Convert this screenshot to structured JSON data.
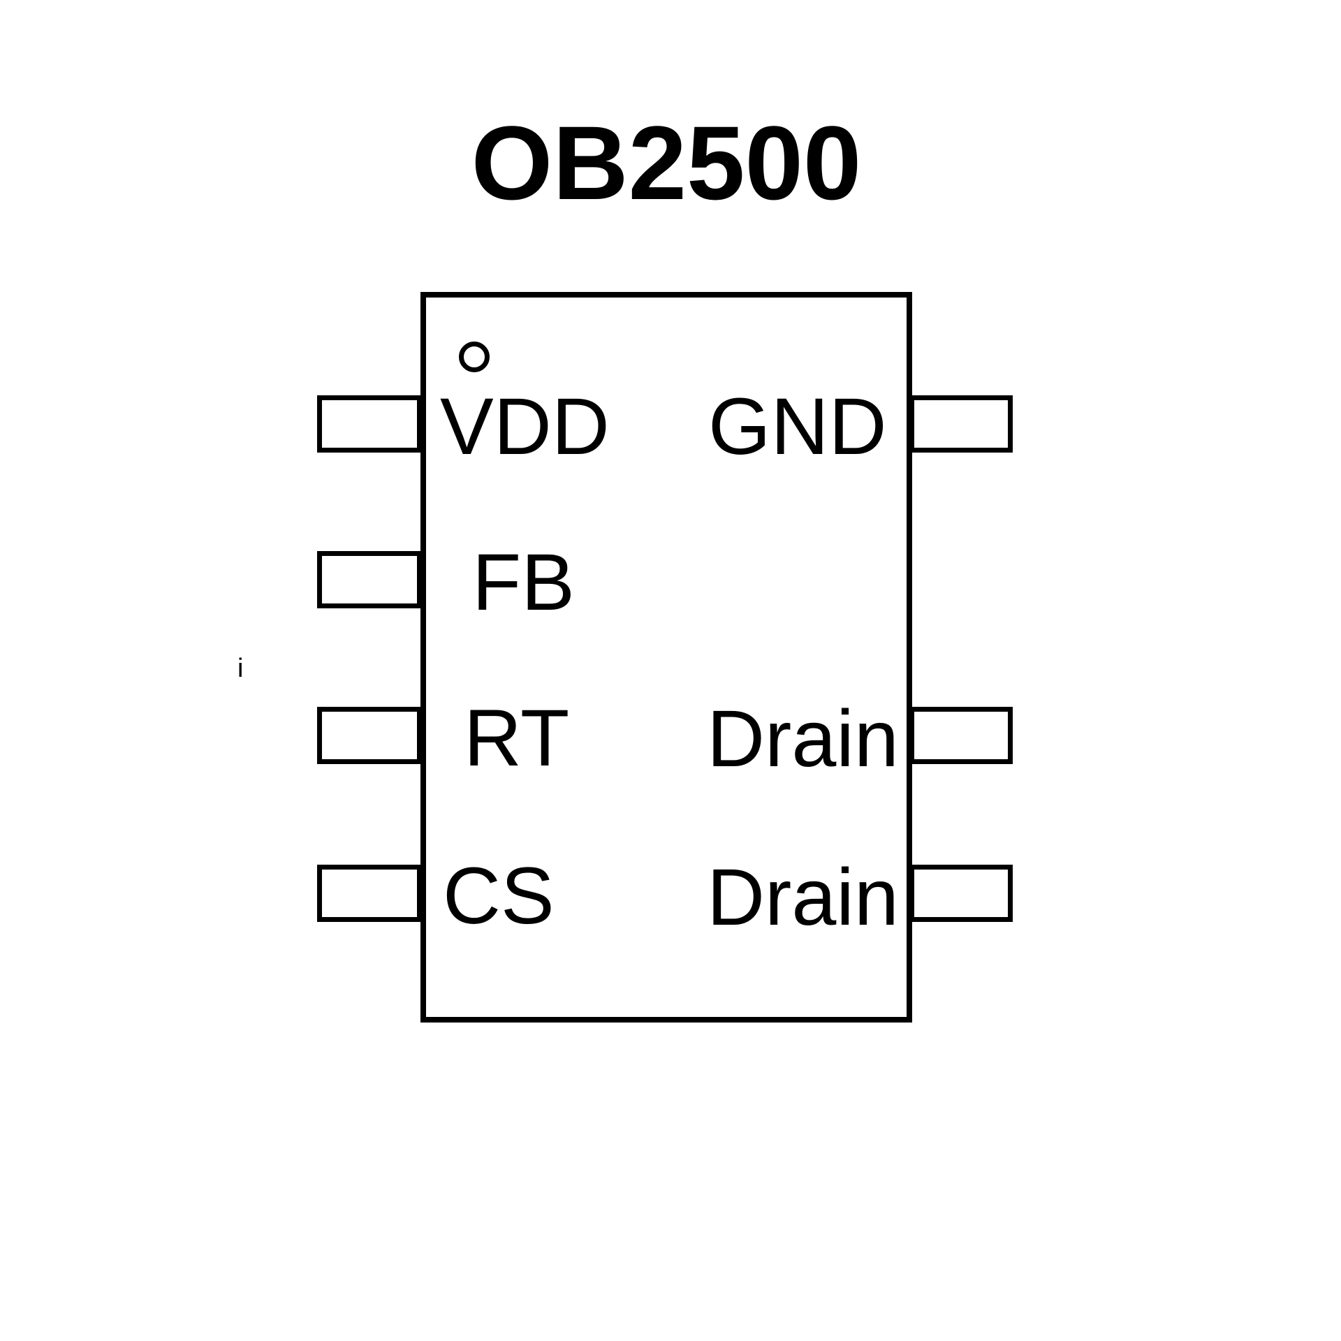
{
  "title": "OB2500",
  "colors": {
    "ink": "#000000",
    "background": "#ffffff"
  },
  "chip": {
    "pin1_indicator": "circle",
    "left_pins": [
      {
        "label": "VDD"
      },
      {
        "label": "FB"
      },
      {
        "label": "RT"
      },
      {
        "label": "CS"
      }
    ],
    "right_pins": [
      {
        "label": "GND"
      },
      {
        "label": "Drain"
      },
      {
        "label": "Drain"
      }
    ]
  },
  "stray_mark": "i"
}
